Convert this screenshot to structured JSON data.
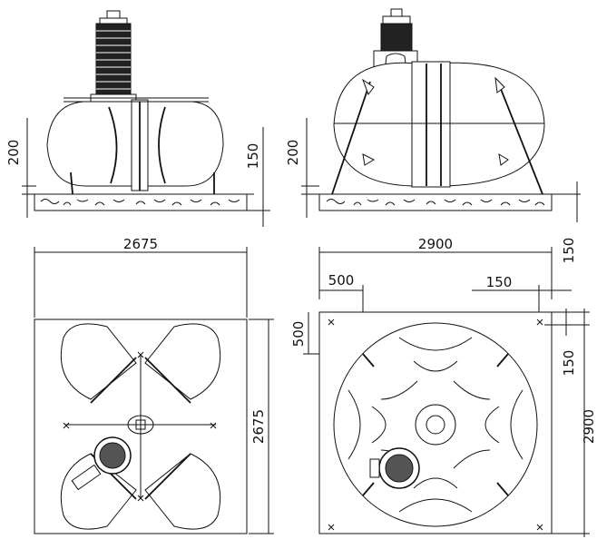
{
  "dimensions": {
    "front_view": {
      "ground_cover_left": "200",
      "base_thickness_right": "150"
    },
    "side_view": {
      "ground_cover_left": "200"
    },
    "top_left_plan": {
      "width": "2675",
      "height": "2675"
    },
    "top_right_plan": {
      "width": "2900",
      "height": "2900",
      "anchor_offset_x": "500",
      "anchor_offset_y": "500",
      "edge_offset_top": "150",
      "edge_offset_right": "150",
      "edge_offset_mid": "150"
    }
  },
  "icons": [
    "anchor-cross-icon",
    "tank-manhole-icon",
    "strap-icon"
  ]
}
